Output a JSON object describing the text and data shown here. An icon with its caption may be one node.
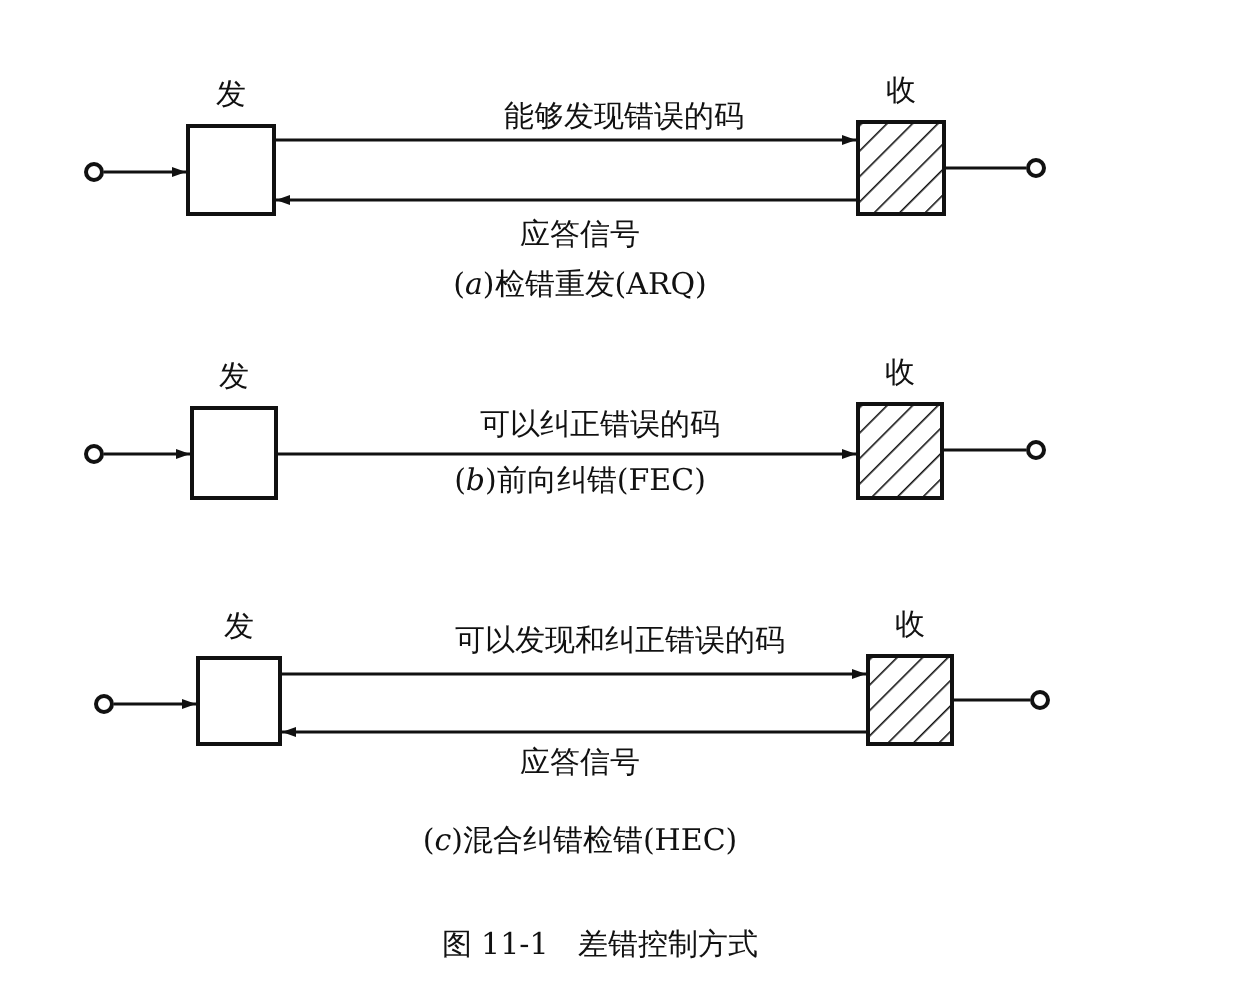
{
  "diagram": {
    "caption": "图 11-1　差错控制方式",
    "nodes": [
      {
        "text": [],
        "shape": "circle"
      },
      {
        "text": [
          "发"
        ]
      },
      {
        "text": [
          "收"
        ]
      },
      {
        "text": [],
        "shape": "circle"
      },
      {
        "text": [],
        "shape": "circle"
      },
      {
        "text": [
          "发"
        ]
      },
      {
        "text": [
          "收"
        ]
      },
      {
        "text": [],
        "shape": "circle"
      },
      {
        "text": [],
        "shape": "circle"
      },
      {
        "text": [
          "发"
        ]
      },
      {
        "text": [
          "收"
        ]
      },
      {
        "text": [],
        "shape": "circle"
      }
    ],
    "edges": [
      {
        "from": 0,
        "to": 1,
        "arrow": "to"
      },
      {
        "from": 1,
        "to": 2,
        "arrow": "to",
        "label": "能够发现错误的码"
      },
      {
        "from": 2,
        "to": 1,
        "arrow": "to",
        "label": "应答信号"
      },
      {
        "from": 2,
        "to": 3,
        "arrow": "none"
      },
      {
        "from": 4,
        "to": 5,
        "arrow": "to"
      },
      {
        "from": 5,
        "to": 6,
        "arrow": "to",
        "label": "可以纠正错误的码"
      },
      {
        "from": 6,
        "to": 7,
        "arrow": "none"
      },
      {
        "from": 8,
        "to": 9,
        "arrow": "to"
      },
      {
        "from": 9,
        "to": 10,
        "arrow": "to",
        "label": "可以发现和纠正错误的码"
      },
      {
        "from": 10,
        "to": 9,
        "arrow": "to",
        "label": "应答信号"
      },
      {
        "from": 10,
        "to": 11,
        "arrow": "none"
      }
    ],
    "labels": [
      "(*a*)检错重发(ARQ)",
      "(*b*)前向纠错(FEC)",
      "(*c*)混合纠错检错(HEC)"
    ]
  }
}
